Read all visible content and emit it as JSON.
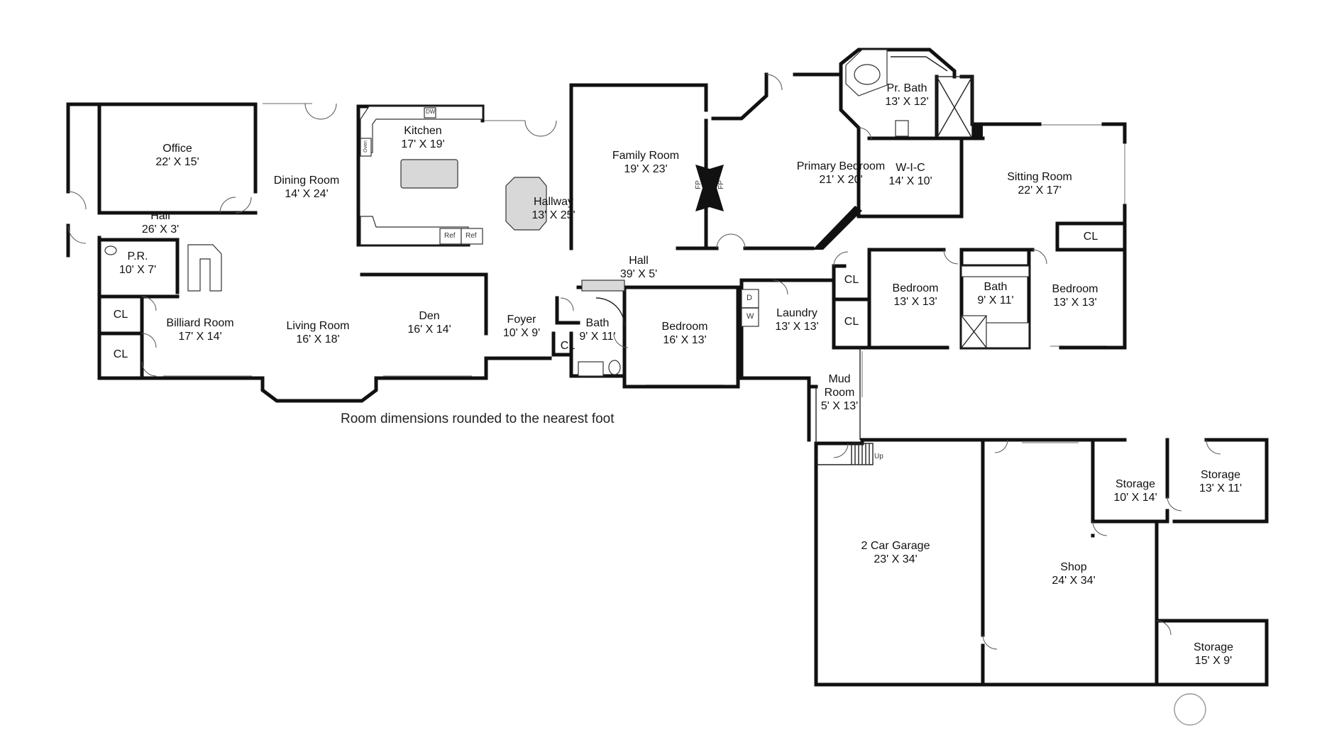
{
  "note": "Room dimensions rounded to the nearest foot",
  "rooms": {
    "office": {
      "name": "Office",
      "dims": "22' X 15'"
    },
    "dining": {
      "name": "Dining Room",
      "dims": "14' X 24'"
    },
    "kitchen": {
      "name": "Kitchen",
      "dims": "17' X 19'"
    },
    "hallway": {
      "name": "Hallway",
      "dims": "13' X 25'"
    },
    "family": {
      "name": "Family Room",
      "dims": "19' X 23'"
    },
    "primary": {
      "name": "Primary Bedroom",
      "dims": "21' X 20'"
    },
    "prbath": {
      "name": "Pr. Bath",
      "dims": "13' X 12'"
    },
    "wic": {
      "name": "W-I-C",
      "dims": "14' X 10'"
    },
    "sitting": {
      "name": "Sitting Room",
      "dims": "22' X 17'"
    },
    "hall_left": {
      "name": "Hall",
      "dims": "26' X 3'"
    },
    "pr": {
      "name": "P.R.",
      "dims": "10' X 7'"
    },
    "billiard": {
      "name": "Billiard Room",
      "dims": "17' X 14'"
    },
    "living": {
      "name": "Living Room",
      "dims": "16' X 18'"
    },
    "den": {
      "name": "Den",
      "dims": "16' X 14'"
    },
    "foyer": {
      "name": "Foyer",
      "dims": "10' X 9'"
    },
    "hall_mid": {
      "name": "Hall",
      "dims": "39' X 5'"
    },
    "bath_a": {
      "name": "Bath",
      "dims": "9' X 11'"
    },
    "bedroom_a": {
      "name": "Bedroom",
      "dims": "16' X 13'"
    },
    "laundry": {
      "name": "Laundry",
      "dims": "13' X 13'"
    },
    "bedroom_b": {
      "name": "Bedroom",
      "dims": "13' X 13'"
    },
    "bath_b": {
      "name": "Bath",
      "dims": "9' X 11'"
    },
    "bedroom_c": {
      "name": "Bedroom",
      "dims": "13' X 13'"
    },
    "mud": {
      "name": "Mud Room",
      "dims": "5' X 13'"
    },
    "garage": {
      "name": "2 Car Garage",
      "dims": "23' X 34'"
    },
    "shop": {
      "name": "Shop",
      "dims": "24' X 34'"
    },
    "storage_a": {
      "name": "Storage",
      "dims": "10' X 14'"
    },
    "storage_b": {
      "name": "Storage",
      "dims": "13' X 11'"
    },
    "storage_c": {
      "name": "Storage",
      "dims": "15' X 9'"
    }
  },
  "closets": {
    "label": "CL"
  },
  "tags": {
    "fp": "FP",
    "up": "Up",
    "ref": "Ref",
    "dw": "DW",
    "oven": "Oven",
    "washer": "W",
    "dryer": "D"
  }
}
